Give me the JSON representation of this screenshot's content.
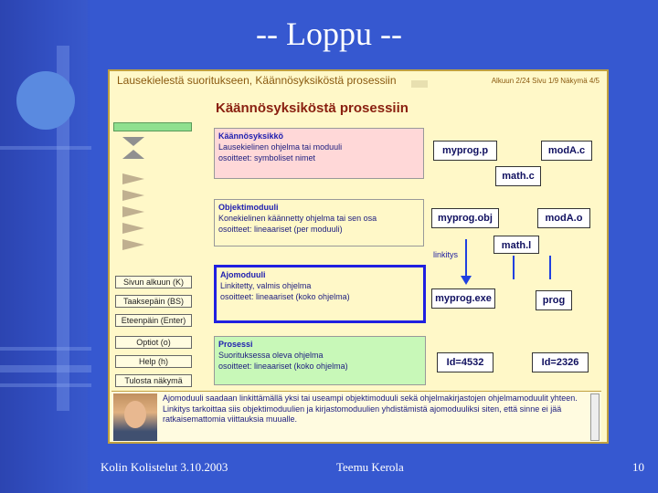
{
  "slide": {
    "title": "-- Loppu --",
    "footer_left": "Kolin Kolistelut 3.10.2003",
    "footer_center": "Teemu Kerola",
    "footer_right": "10"
  },
  "screen": {
    "header_title": "Lausekielestä suoritukseen, Käännösyksiköstä prosessiin",
    "header_nav": "Alkuun 2/24   Sivu 1/9   Näkymä 4/5",
    "heading": "Käännösyksiköstä prosessiin",
    "menu": [
      "Sivun alkuun (K)",
      "Taaksepäin (BS)",
      "Eteenpäin (Enter)",
      "Optiot (o)",
      "Help (h)",
      "Tulosta näkymä"
    ],
    "boxes": [
      {
        "title": "Käännösyksikkö",
        "lines": [
          "Lausekielinen ohjelma tai moduuli",
          "osoitteet: symboliset nimet"
        ]
      },
      {
        "title": "Objektimoduuli",
        "lines": [
          "Konekielinen käännetty ohjelma tai sen osa",
          "osoitteet: lineaariset (per moduuli)"
        ]
      },
      {
        "title": "Ajomoduuli",
        "lines": [
          "Linkitetty, valmis ohjelma",
          "osoitteet: lineaariset (koko ohjelma)"
        ]
      },
      {
        "title": "Prosessi",
        "lines": [
          "Suorituksessa oleva ohjelma",
          "osoitteet: lineaariset (koko ohjelma)"
        ]
      }
    ],
    "files": {
      "myprog_p": "myprog.p",
      "modA_c": "modA.c",
      "math_c": "math.c",
      "myprog_obj": "myprog.obj",
      "modA_o": "modA.o",
      "math_l": "math.l",
      "myprog_exe": "myprog.exe",
      "prog": "prog",
      "id1": "Id=4532",
      "id2": "Id=2326"
    },
    "linkitys_label": "linkitys",
    "bottom_text": "Ajomoduuli saadaan linkittämällä yksi tai useampi objektimoduuli sekä ohjelmakirjastojen ohjelmamoduulit yhteen. Linkitys tarkoittaa siis objektimoduulien ja kirjastomoduulien yhdistämistä ajomoduuliksi siten, että sinne ei jää ratkaisemattomia viittauksia muualle.",
    "colors": {
      "pink": "#ffd8d8",
      "yellow": "#fff8c8",
      "green": "#c8f8b8",
      "selected_border": "#2020e0"
    }
  }
}
